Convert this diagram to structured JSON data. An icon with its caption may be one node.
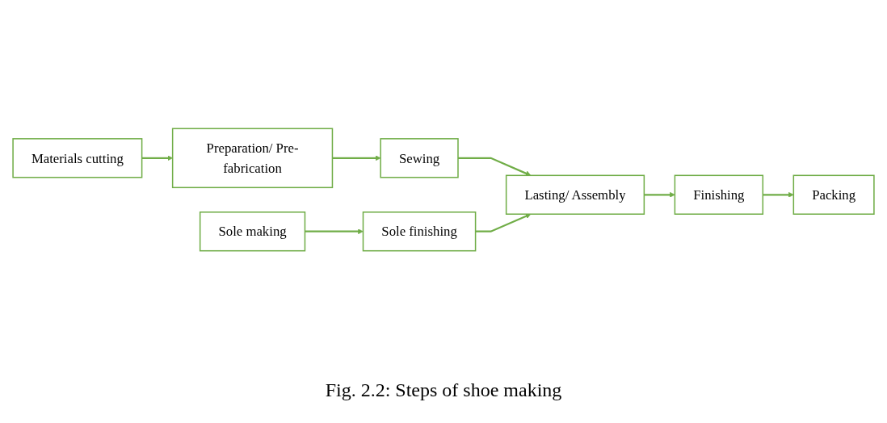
{
  "diagram": {
    "caption": "Fig. 2.2: Steps of shoe making",
    "nodes": [
      {
        "text": [
          "Materials cutting"
        ]
      },
      {
        "text": [
          "Preparation/ Pre-fabrication"
        ]
      },
      {
        "text": [
          "Sewing"
        ]
      },
      {
        "text": [
          "Sole making"
        ]
      },
      {
        "text": [
          "Sole finishing"
        ]
      },
      {
        "text": [
          "Lasting/ Assembly"
        ]
      },
      {
        "text": [
          "Finishing"
        ]
      },
      {
        "text": [
          "Packing"
        ]
      }
    ],
    "edges": [
      {
        "from": 0,
        "to": 1,
        "arrow": "to"
      },
      {
        "from": 1,
        "to": 2,
        "arrow": "to"
      },
      {
        "from": 2,
        "to": 5,
        "arrow": "to"
      },
      {
        "from": 3,
        "to": 4,
        "arrow": "to"
      },
      {
        "from": 4,
        "to": 5,
        "arrow": "to"
      },
      {
        "from": 5,
        "to": 6,
        "arrow": "to"
      },
      {
        "from": 6,
        "to": 7,
        "arrow": "to"
      }
    ]
  }
}
